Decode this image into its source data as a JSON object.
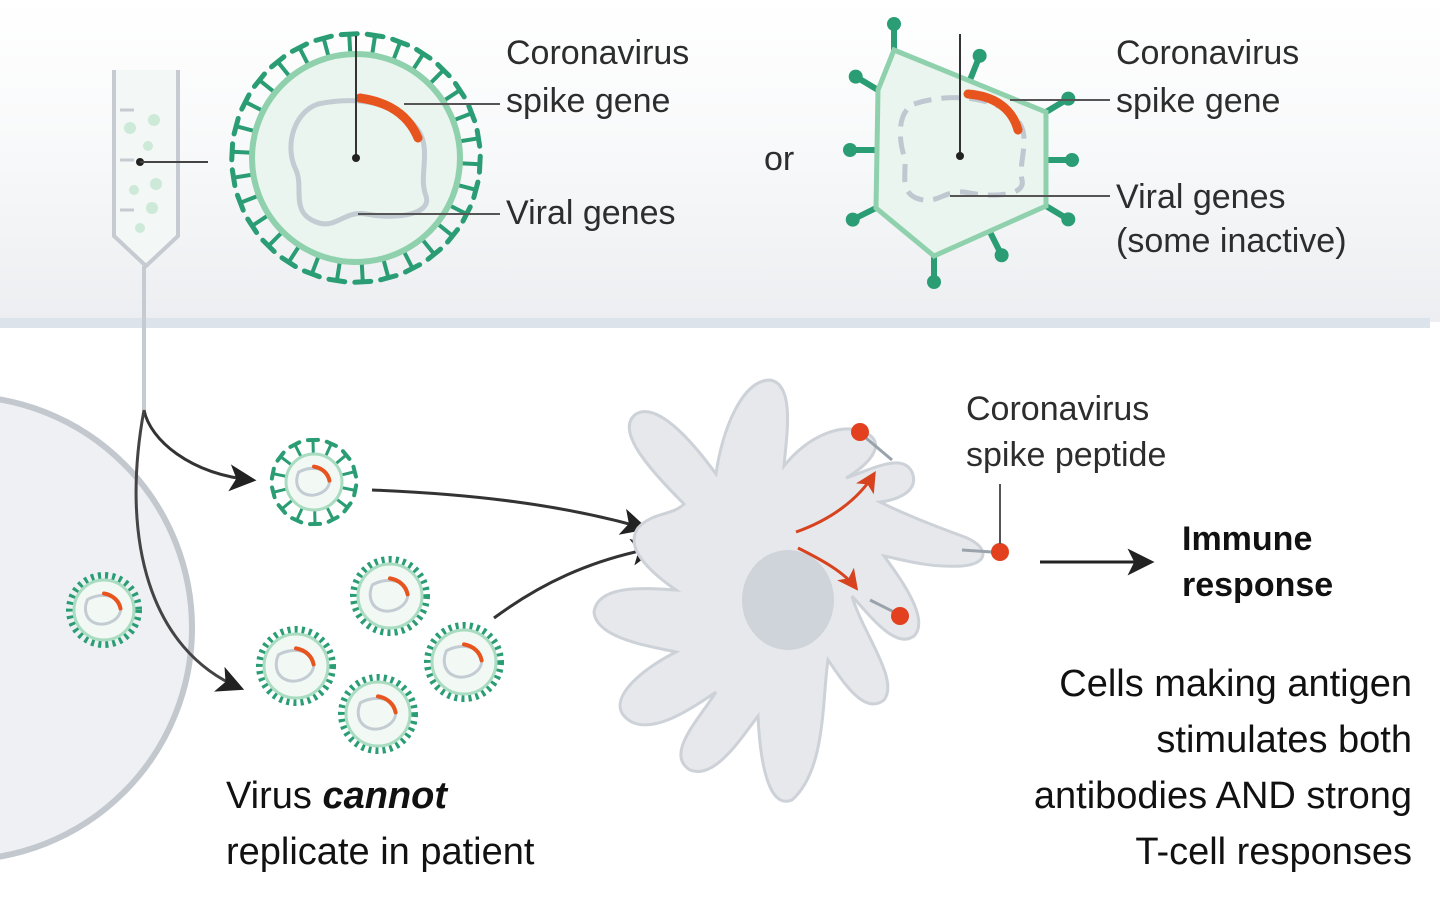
{
  "top_left_virus": {
    "label_spike_line1": "Coronavirus",
    "label_spike_line2": "spike gene",
    "label_viral_genes": "Viral genes"
  },
  "connector": {
    "or_label": "or"
  },
  "top_right_virus": {
    "label_spike_line1": "Coronavirus",
    "label_spike_line2": "spike gene",
    "label_viral_genes_line1": "Viral genes",
    "label_viral_genes_line2": "(some inactive)"
  },
  "cell": {
    "peptide_label_line1": "Coronavirus",
    "peptide_label_line2": "spike peptide"
  },
  "immune_response": {
    "line1": "Immune",
    "line2": "response"
  },
  "replication_caption": {
    "prefix": "Virus ",
    "emphasis": "cannot",
    "line2": "replicate in patient"
  },
  "antigen_caption": {
    "line1": "Cells making antigen",
    "line2": "stimulates both",
    "line3": "antibodies AND strong",
    "line4": "T-cell responses"
  },
  "colors": {
    "virus_green": "#2a9d74",
    "capsid_fill": "#e6f4ec",
    "gene_orange": "#e8541e",
    "peptide_red": "#e2401e",
    "band_gray": "#eef0f3",
    "cell_gray": "#e6e8eb"
  }
}
